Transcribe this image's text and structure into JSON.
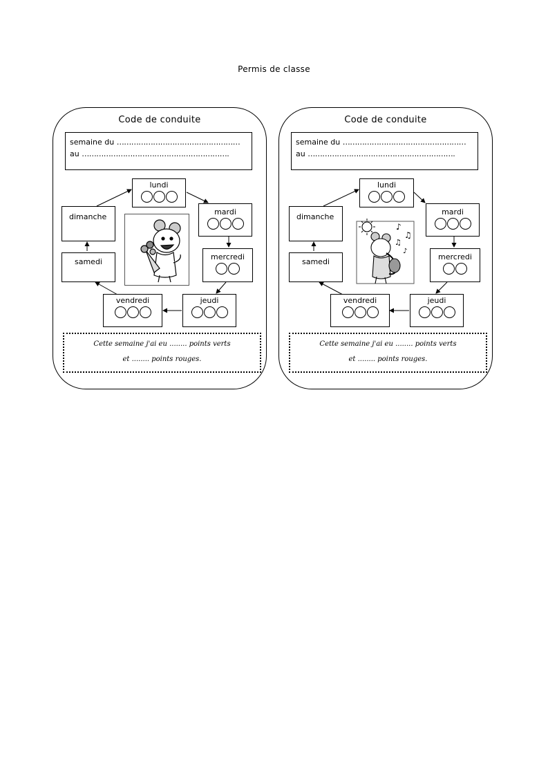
{
  "page_title": "Permis de classe",
  "cards": [
    {
      "title": "Code de conduite",
      "week_from_label": "semaine du",
      "week_to_label": "au",
      "week_from_dots": "……………………………………………",
      "week_to_dots": "…………………………………………………….",
      "days": {
        "lundi": "lundi",
        "mardi": "mardi",
        "mercredi": "mercredi",
        "jeudi": "jeudi",
        "vendredi": "vendredi",
        "samedi": "samedi",
        "dimanche": "dimanche"
      },
      "footer_line1": "Cette semaine j'ai eu ........ points verts",
      "footer_line2": "et ........ points rouges.",
      "illustration_icon": "mouse-holding-flowers-icon"
    },
    {
      "title": "Code de conduite",
      "week_from_label": "semaine du",
      "week_to_label": "au",
      "week_from_dots": "……………………………………………",
      "week_to_dots": "…………………………………………………….",
      "days": {
        "lundi": "lundi",
        "mardi": "mardi",
        "mercredi": "mercredi",
        "jeudi": "jeudi",
        "vendredi": "vendredi",
        "samedi": "samedi",
        "dimanche": "dimanche"
      },
      "footer_line1": "Cette semaine j'ai eu ........ points verts",
      "footer_line2": "et ........ points rouges.",
      "illustration_icon": "mouse-playing-saxophone-icon"
    }
  ]
}
